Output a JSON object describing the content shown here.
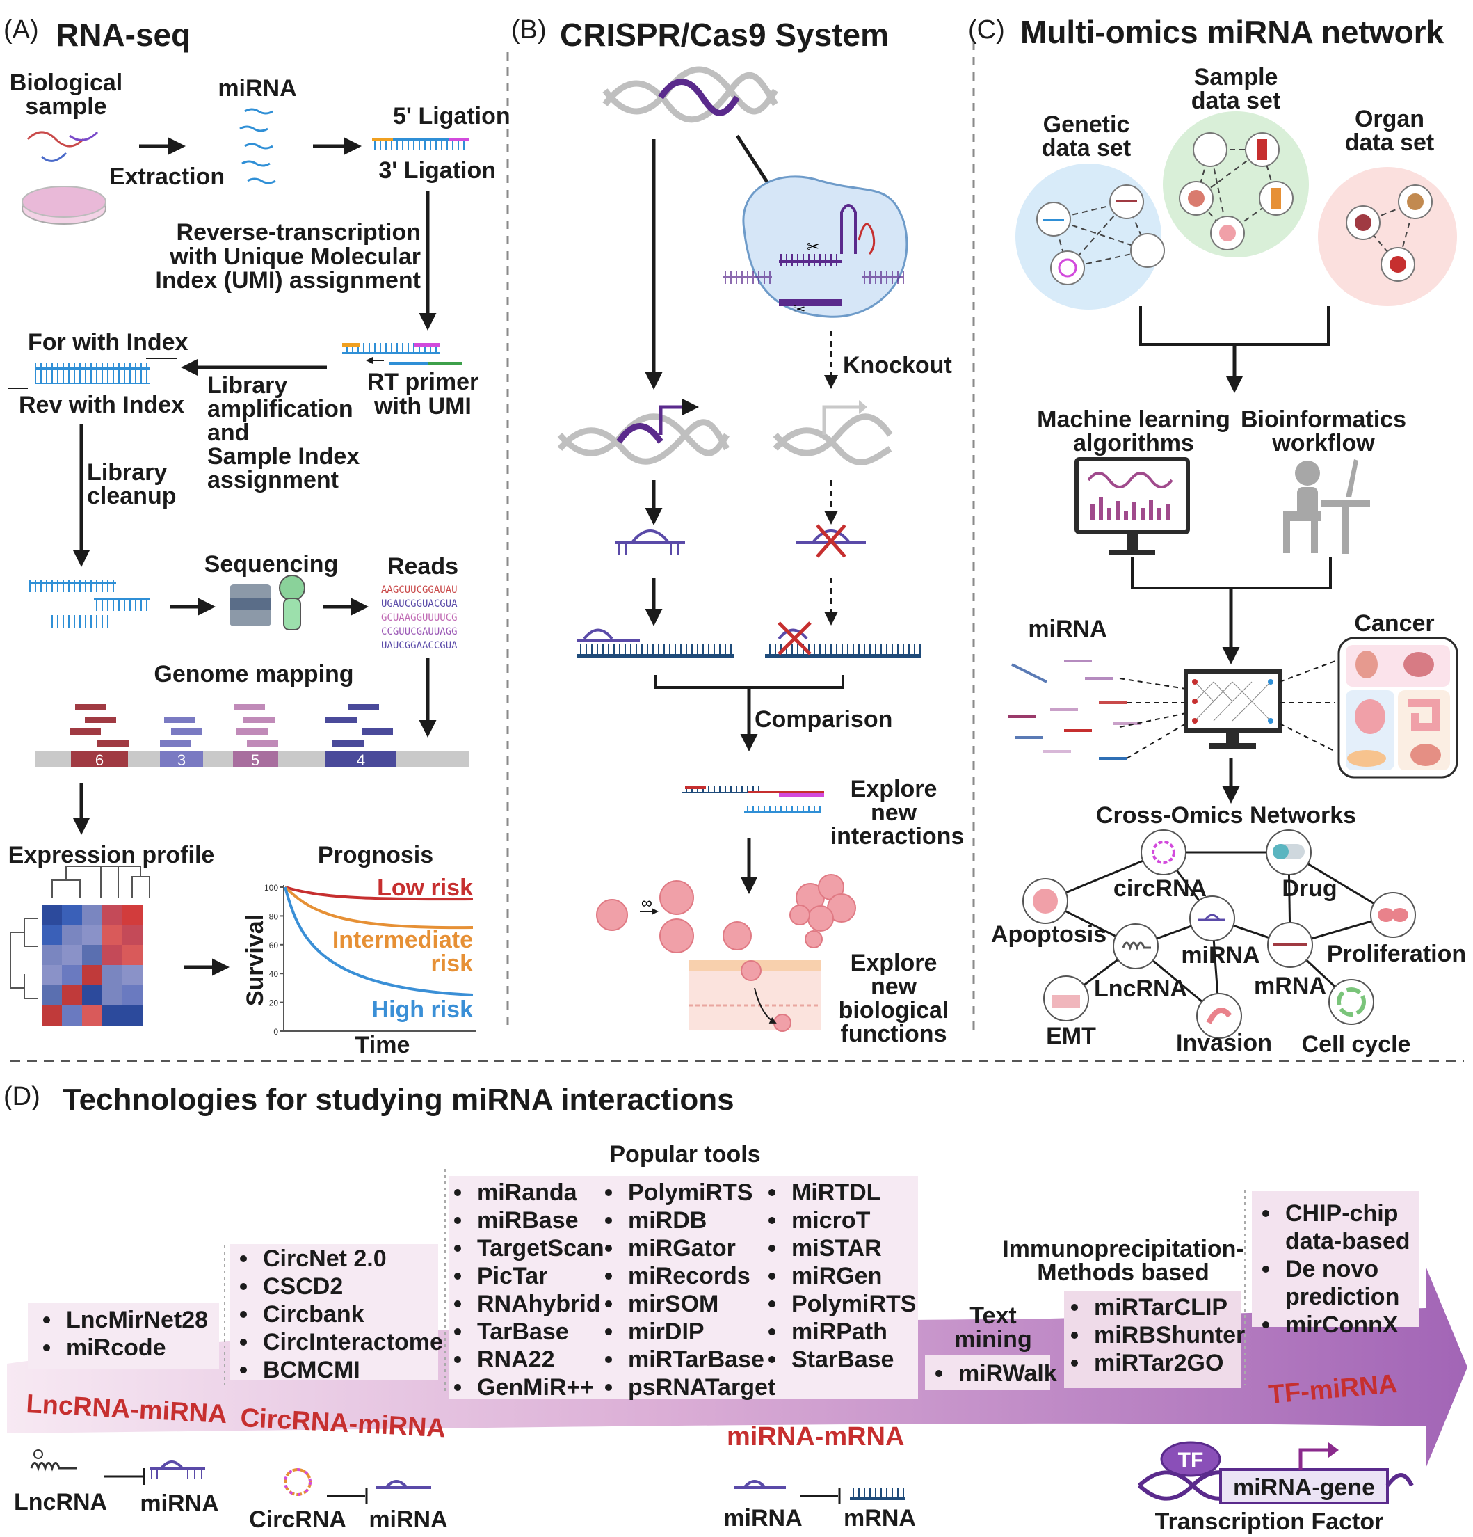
{
  "panels": {
    "a": {
      "letter": "(A)",
      "title": "RNA-seq"
    },
    "b": {
      "letter": "(B)",
      "title": "CRISPR/Cas9 System"
    },
    "c": {
      "letter": "(C)",
      "title": "Multi-omics miRNA network"
    },
    "d": {
      "letter": "(D)",
      "title": "Technologies for studying miRNA interactions"
    }
  },
  "rnaseq": {
    "bio_sample_1": "Biological",
    "bio_sample_2": "sample",
    "mirna": "miRNA",
    "extraction": "Extraction",
    "lig5": "5' Ligation",
    "lig3": "3' Ligation",
    "rt1": "Reverse-transcription",
    "rt2": "with Unique Molecular",
    "rt3": "Index (UMI) assignment",
    "for_index": "For with Index",
    "rev_index": "Rev with Index",
    "libamp1": "Library",
    "libamp2": "amplification",
    "libamp3": "and",
    "libamp4": "Sample Index",
    "libamp5": "assignment",
    "rtprimer1": "RT primer",
    "rtprimer2": "with UMI",
    "cleanup1": "Library",
    "cleanup2": "cleanup",
    "sequencing": "Sequencing",
    "reads": "Reads",
    "read_lines": [
      "AAGCUUCGGAUAU",
      "UGAUCGGUACGUA",
      "GCUAAGGUUUUCG",
      "CCGUUCGAUUAGG",
      "UAUCGGAACCGUA"
    ],
    "genome_mapping": "Genome mapping",
    "counts": [
      "6",
      "3",
      "5",
      "4"
    ],
    "expression": "Expression profile",
    "prognosis": "Prognosis",
    "low_risk": "Low risk",
    "int_risk1": "Intermediate",
    "int_risk2": "risk",
    "high_risk": "High risk",
    "survival": "Survival",
    "time": "Time",
    "y_ticks": [
      "100",
      "80",
      "60",
      "40",
      "20",
      "0"
    ]
  },
  "crispr": {
    "knockout": "Knockout",
    "comparison": "Comparison",
    "explore1a": "Explore",
    "explore1b": "new",
    "explore1c": "interactions",
    "explore2a": "Explore",
    "explore2b": "new",
    "explore2c": "biological",
    "explore2d": "functions",
    "inf": "∞"
  },
  "multi": {
    "genetic1": "Genetic",
    "genetic2": "data set",
    "sample1": "Sample",
    "sample2": "data set",
    "organ1": "Organ",
    "organ2": "data set",
    "ml1": "Machine learning",
    "ml2": "algorithms",
    "bio1": "Bioinformatics",
    "bio2": "workflow",
    "mirna": "miRNA",
    "cancer": "Cancer",
    "cross": "Cross-Omics Networks",
    "nodes": {
      "circrna": "circRNA",
      "drug": "Drug",
      "apoptosis": "Apoptosis",
      "mirna": "miRNA",
      "proliferation": "Proliferation",
      "lncrna": "LncRNA",
      "mrna": "mRNA",
      "emt": "EMT",
      "invasion": "Invasion",
      "cellcycle": "Cell cycle"
    }
  },
  "tech": {
    "lnc_tools": [
      "LncMirNet28",
      "miRcode"
    ],
    "circ_tools": [
      "CircNet 2.0",
      "CSCD2",
      "Circbank",
      "CircInteractome",
      "BCMCMI"
    ],
    "popular": "Popular tools",
    "pop_col1": [
      "miRanda",
      "miRBase",
      "TargetScan",
      "PicTar",
      "RNAhybrid",
      "TarBase",
      "RNA22",
      "GenMiR++"
    ],
    "pop_col2": [
      "PolymiRTS",
      "miRDB",
      "miRGator",
      "miRecords",
      "mirSOM",
      "mirDIP",
      "miRTarBase",
      "psRNATarget"
    ],
    "pop_col3": [
      "MiRTDL",
      "microT",
      "miSTAR",
      "miRGen",
      "PolymiRTS",
      "miRPath",
      "StarBase"
    ],
    "text_mining1": "Text",
    "text_mining2": "mining",
    "text_tools": [
      "miRWalk"
    ],
    "immuno1": "Immunoprecipitation-",
    "immuno2": "Methods based",
    "immuno_tools": [
      "miRTarCLIP",
      "miRBShunter",
      "miRTar2GO"
    ],
    "tf_tools": [
      "CHIP-chip",
      "data-based",
      "De novo",
      "prediction",
      "mirConnX"
    ],
    "tf_bullets": [
      true,
      false,
      true,
      false,
      true
    ],
    "cat_lnc": "LncRNA-miRNA",
    "cat_circ": "CircRNA-miRNA",
    "cat_mrna": "miRNA-mRNA",
    "cat_tf": "TF-miRNA",
    "leg_lnc": "LncRNA",
    "leg_mirna1": "miRNA",
    "leg_circ": "CircRNA",
    "leg_mirna2": "miRNA",
    "leg_mirna3": "miRNA",
    "leg_mrna": "mRNA",
    "leg_tf": "TF",
    "leg_gene": "miRNA-gene",
    "leg_tf_full": "Transcription Factor"
  },
  "colors": {
    "accent": "#c62f2f",
    "purple": "#5a2a8c",
    "blue": "#2f8fd6",
    "arrow": "#b77fc2"
  }
}
